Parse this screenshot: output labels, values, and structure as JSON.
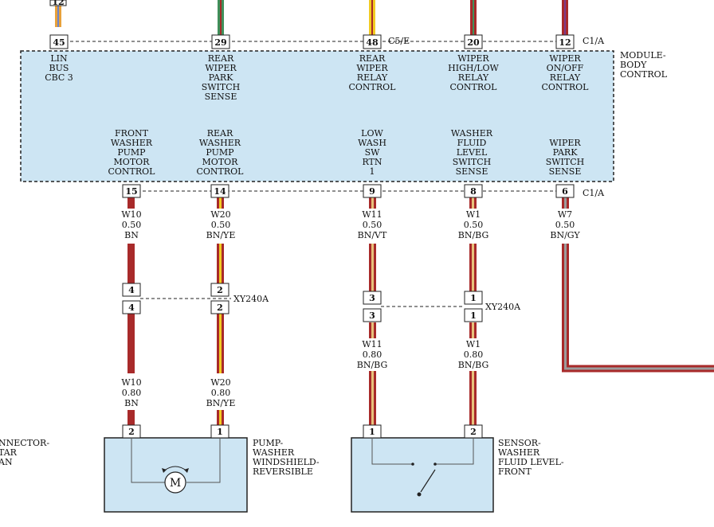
{
  "module": {
    "label_lines": [
      "MODULE-",
      "BODY",
      "CONTROL"
    ],
    "connector_top_a": "C5/E",
    "connector_top_b": "C1/A",
    "connector_bottom": "C1/A",
    "top_pins": [
      {
        "num": "12",
        "lines": [
          "LIN",
          "BUS",
          "CBC 3"
        ],
        "pin_label": "45"
      },
      {
        "num": "",
        "lines": [
          "REAR",
          "WIPER",
          "PARK",
          "SWITCH",
          "SENSE"
        ],
        "pin_label": "29"
      },
      {
        "num": "",
        "lines": [
          "REAR",
          "WIPER",
          "RELAY",
          "CONTROL"
        ],
        "pin_label": "48"
      },
      {
        "num": "",
        "lines": [
          "WIPER",
          "HIGH/LOW",
          "RELAY",
          "CONTROL"
        ],
        "pin_label": "20"
      },
      {
        "num": "",
        "lines": [
          "WIPER",
          "ON/OFF",
          "RELAY",
          "CONTROL"
        ],
        "pin_label": "12"
      }
    ],
    "bottom_pins": [
      {
        "lines": [
          "FRONT",
          "WASHER",
          "PUMP",
          "MOTOR",
          "CONTROL"
        ],
        "pin_label": "15"
      },
      {
        "lines": [
          "REAR",
          "WASHER",
          "PUMP",
          "MOTOR",
          "CONTROL"
        ],
        "pin_label": "14"
      },
      {
        "lines": [
          "LOW",
          "WASH",
          "SW",
          "RTN",
          "1"
        ],
        "pin_label": "9"
      },
      {
        "lines": [
          "WASHER",
          "FLUID",
          "LEVEL",
          "SWITCH",
          "SENSE"
        ],
        "pin_label": "8"
      },
      {
        "lines": [
          "WIPER",
          "PARK",
          "SWITCH",
          "SENSE"
        ],
        "pin_label": "6"
      }
    ]
  },
  "wires": {
    "w10_upper": [
      "W10",
      "0.50",
      "BN"
    ],
    "w20_upper": [
      "W20",
      "0.50",
      "BN/YE"
    ],
    "w11_upper": [
      "W11",
      "0.50",
      "BN/VT"
    ],
    "w1_upper": [
      "W1",
      "0.50",
      "BN/BG"
    ],
    "w7_upper": [
      "W7",
      "0.50",
      "BN/GY"
    ],
    "w11_lower": [
      "W11",
      "0.80",
      "BN/BG"
    ],
    "w1_lower": [
      "W1",
      "0.80",
      "BN/BG"
    ],
    "w10_lower": [
      "W10",
      "0.80",
      "BN"
    ],
    "w20_lower": [
      "W20",
      "0.80",
      "BN/YE"
    ]
  },
  "inline_connectors": {
    "left_name": "XY240A",
    "right_name": "XY240A",
    "left_pins": [
      "4",
      "2"
    ],
    "right_pins": [
      "3",
      "1"
    ]
  },
  "components": {
    "pump": {
      "lines": [
        "PUMP-",
        "WASHER",
        "WINDSHIELD-",
        "REVERSIBLE"
      ],
      "pins": [
        "2",
        "1"
      ],
      "motor_symbol": "M"
    },
    "sensor": {
      "lines": [
        "SENSOR-",
        "WASHER",
        "FLUID LEVEL-",
        "FRONT"
      ],
      "pins": [
        "1",
        "2"
      ]
    },
    "offpage_left": [
      "NNECTOR-",
      "TAR",
      "AN"
    ]
  },
  "colors": {
    "module_fill": "#cde5f3",
    "brown": "#a82a2a",
    "yellow": "#f2cc22",
    "violet": "#7b3b8c",
    "beige": "#e7c27b",
    "grey": "#9c9c9c",
    "green": "#3f8f5a",
    "orange": "#e8a13a"
  }
}
